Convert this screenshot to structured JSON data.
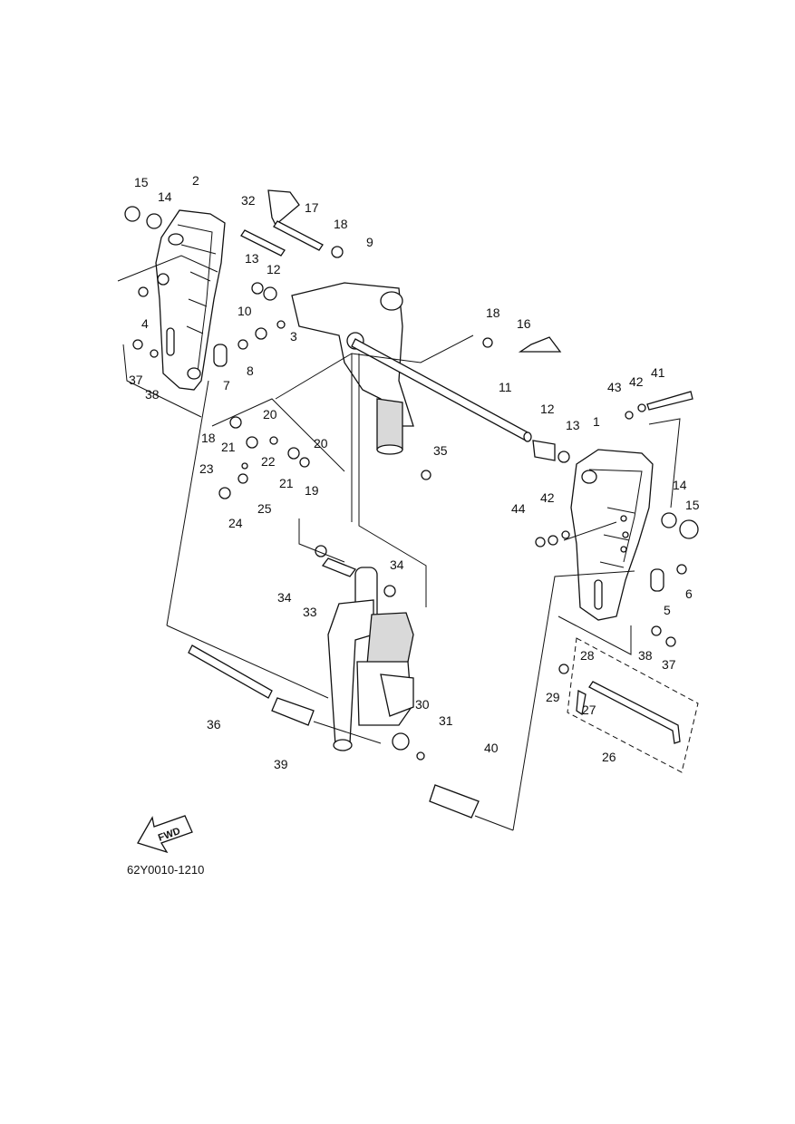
{
  "diagram_code": "62Y0010-1210",
  "fwd_label": "FWD",
  "callouts": [
    {
      "id": "c1",
      "label": "1"
    },
    {
      "id": "c2",
      "label": "2"
    },
    {
      "id": "c3",
      "label": "3"
    },
    {
      "id": "c4",
      "label": "4"
    },
    {
      "id": "c5",
      "label": "5"
    },
    {
      "id": "c6",
      "label": "6"
    },
    {
      "id": "c7",
      "label": "7"
    },
    {
      "id": "c8",
      "label": "8"
    },
    {
      "id": "c9",
      "label": "9"
    },
    {
      "id": "c10",
      "label": "10"
    },
    {
      "id": "c11",
      "label": "11"
    },
    {
      "id": "c12a",
      "label": "12"
    },
    {
      "id": "c12b",
      "label": "12"
    },
    {
      "id": "c13a",
      "label": "13"
    },
    {
      "id": "c13b",
      "label": "13"
    },
    {
      "id": "c14a",
      "label": "14"
    },
    {
      "id": "c14b",
      "label": "14"
    },
    {
      "id": "c15a",
      "label": "15"
    },
    {
      "id": "c15b",
      "label": "15"
    },
    {
      "id": "c16",
      "label": "16"
    },
    {
      "id": "c17",
      "label": "17"
    },
    {
      "id": "c18a",
      "label": "18"
    },
    {
      "id": "c18b",
      "label": "18"
    },
    {
      "id": "c18c",
      "label": "18"
    },
    {
      "id": "c19",
      "label": "19"
    },
    {
      "id": "c20a",
      "label": "20"
    },
    {
      "id": "c20b",
      "label": "20"
    },
    {
      "id": "c21a",
      "label": "21"
    },
    {
      "id": "c21b",
      "label": "21"
    },
    {
      "id": "c22",
      "label": "22"
    },
    {
      "id": "c23",
      "label": "23"
    },
    {
      "id": "c24",
      "label": "24"
    },
    {
      "id": "c25",
      "label": "25"
    },
    {
      "id": "c26",
      "label": "26"
    },
    {
      "id": "c27",
      "label": "27"
    },
    {
      "id": "c28",
      "label": "28"
    },
    {
      "id": "c29",
      "label": "29"
    },
    {
      "id": "c30",
      "label": "30"
    },
    {
      "id": "c31",
      "label": "31"
    },
    {
      "id": "c32",
      "label": "32"
    },
    {
      "id": "c33",
      "label": "33"
    },
    {
      "id": "c34a",
      "label": "34"
    },
    {
      "id": "c34b",
      "label": "34"
    },
    {
      "id": "c35",
      "label": "35"
    },
    {
      "id": "c36",
      "label": "36"
    },
    {
      "id": "c37a",
      "label": "37"
    },
    {
      "id": "c37b",
      "label": "37"
    },
    {
      "id": "c38a",
      "label": "38"
    },
    {
      "id": "c38b",
      "label": "38"
    },
    {
      "id": "c39",
      "label": "39"
    },
    {
      "id": "c40",
      "label": "40"
    },
    {
      "id": "c41",
      "label": "41"
    },
    {
      "id": "c42a",
      "label": "42"
    },
    {
      "id": "c42b",
      "label": "42"
    },
    {
      "id": "c43",
      "label": "43"
    },
    {
      "id": "c44",
      "label": "44"
    }
  ]
}
